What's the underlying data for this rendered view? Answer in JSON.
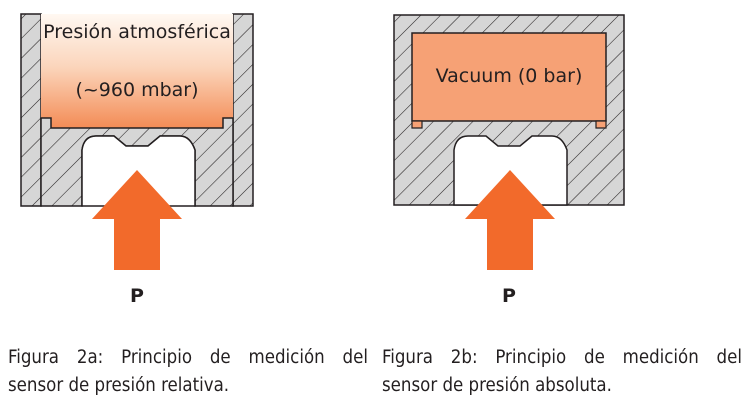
{
  "figure_a": {
    "pressure_label_line1": "Presión atmosférica",
    "pressure_label_line2": "(~960 mbar)",
    "force_label": "P",
    "caption_line1": "Figura 2a: Principio de medición del",
    "caption_line2": "sensor de presión relativa."
  },
  "figure_b": {
    "chamber_label": "Vacuum (0 bar)",
    "force_label": "P",
    "caption_line1": "Figura 2b: Principio de medición del",
    "caption_line2": "sensor de presión absoluta."
  },
  "colors": {
    "housing_fill": "#d6d6d6",
    "outline": "#231f20",
    "arrow": "#f26a2b",
    "vacuum_fill": "#f6a175",
    "gradient_top": "#fff8f2",
    "gradient_bottom": "#f3874f",
    "text": "#231f20"
  }
}
